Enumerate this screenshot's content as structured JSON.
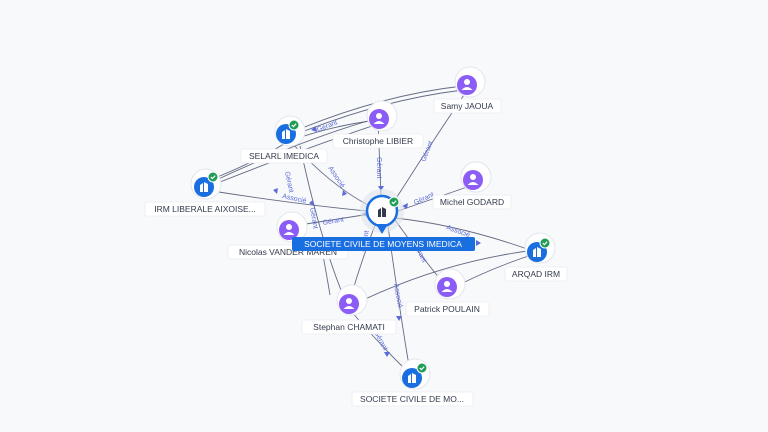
{
  "center": {
    "label": "SOCIETE CIVILE DE MOYENS IMEDICA",
    "icon": "building-icon",
    "verified": true
  },
  "people": [
    {
      "id": "samy",
      "label": "Samy JAOUA",
      "icon": "person-icon"
    },
    {
      "id": "christophe",
      "label": "Christophe LIBIER",
      "icon": "person-icon"
    },
    {
      "id": "michel",
      "label": "Michel GODARD",
      "icon": "person-icon"
    },
    {
      "id": "nicolas",
      "label": "Nicolas VANDER MAREN",
      "icon": "person-icon"
    },
    {
      "id": "patrick",
      "label": "Patrick POULAIN",
      "icon": "person-icon"
    },
    {
      "id": "stephan",
      "label": "Stephan CHAMATI",
      "icon": "person-icon"
    }
  ],
  "companies": [
    {
      "id": "selarl",
      "label": "SELARL IMEDICA",
      "icon": "building-icon",
      "verified": true
    },
    {
      "id": "irm",
      "label": "IRM LIBERALE AIXOISE...",
      "icon": "building-icon",
      "verified": true
    },
    {
      "id": "arqad",
      "label": "ARQAD IRM",
      "icon": "building-icon",
      "verified": true
    },
    {
      "id": "scm2",
      "label": "SOCIETE CIVILE DE MO...",
      "icon": "building-icon",
      "verified": true
    }
  ],
  "edge_labels": {
    "gerant": "Gérant",
    "associe": "Associé"
  },
  "colors": {
    "company": "#1a6fe0",
    "person": "#8b5cf6",
    "verified": "#1f9d55",
    "edge_label": "#5b6bd8"
  }
}
